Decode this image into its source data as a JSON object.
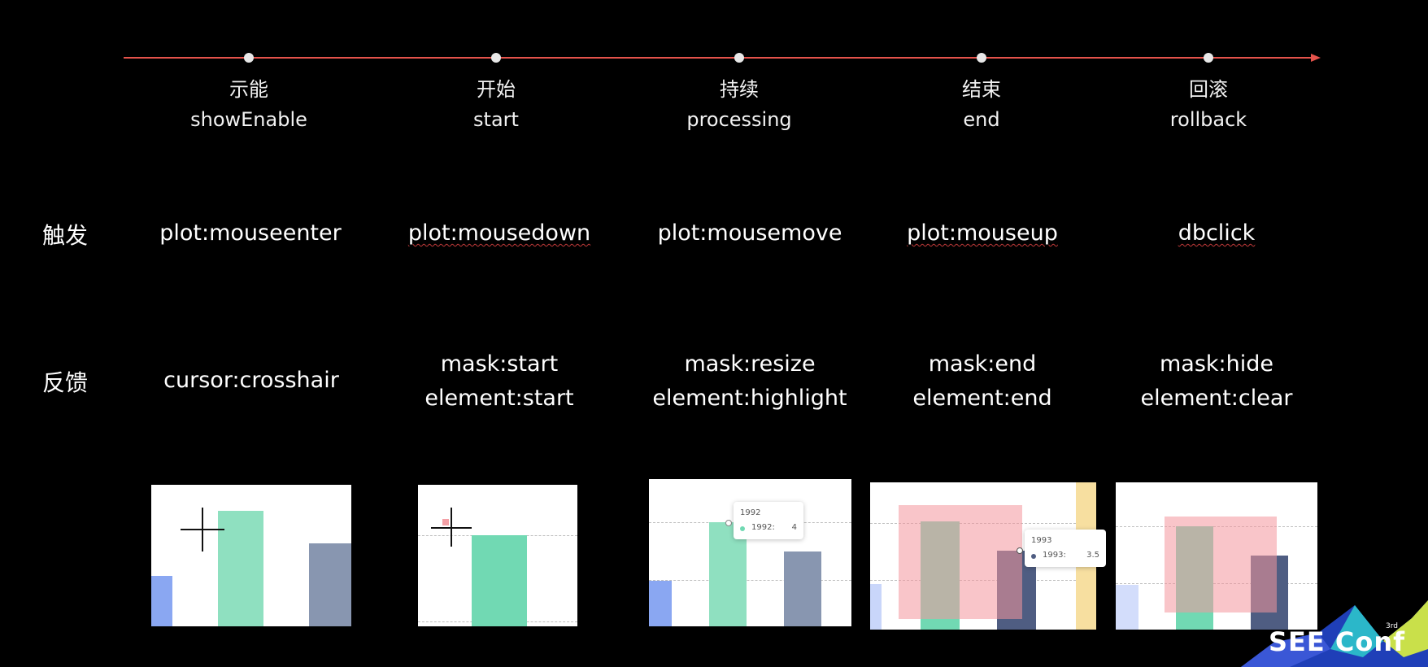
{
  "stages": [
    {
      "zh": "示能",
      "en": "showEnable"
    },
    {
      "zh": "开始",
      "en": "start"
    },
    {
      "zh": "持续",
      "en": "processing"
    },
    {
      "zh": "结束",
      "en": "end"
    },
    {
      "zh": "回滚",
      "en": "rollback"
    }
  ],
  "rows": {
    "trigger": {
      "label": "触发",
      "items": [
        "plot:mouseenter",
        "plot:mousedown",
        "plot:mousemove",
        "plot:mouseup",
        "dbclick"
      ]
    },
    "feedback": {
      "label": "反馈",
      "items": [
        {
          "line1": "cursor:crosshair",
          "line2": ""
        },
        {
          "line1": "mask:start",
          "line2": "element:start"
        },
        {
          "line1": "mask:resize",
          "line2": "element:highlight"
        },
        {
          "line1": "mask:end",
          "line2": "element:end"
        },
        {
          "line1": "mask:hide",
          "line2": "element:clear"
        }
      ]
    }
  },
  "thumbnails": {
    "processing_tooltip": {
      "title": "1992",
      "series": "1992:",
      "value": "4"
    },
    "end_tooltip": {
      "title": "1993",
      "series": "1993:",
      "value": "3.5"
    }
  },
  "colors": {
    "timeline": "#e5534b",
    "bar_blue": "#8aa7f2",
    "bar_green": "#71d9b3",
    "bar_slate": "#8896b0",
    "mask_red": "#f4a0a6",
    "highlight_yellow": "#f7dfa0"
  },
  "logo": {
    "text": "SEE Conf",
    "superscript": "3rd"
  }
}
